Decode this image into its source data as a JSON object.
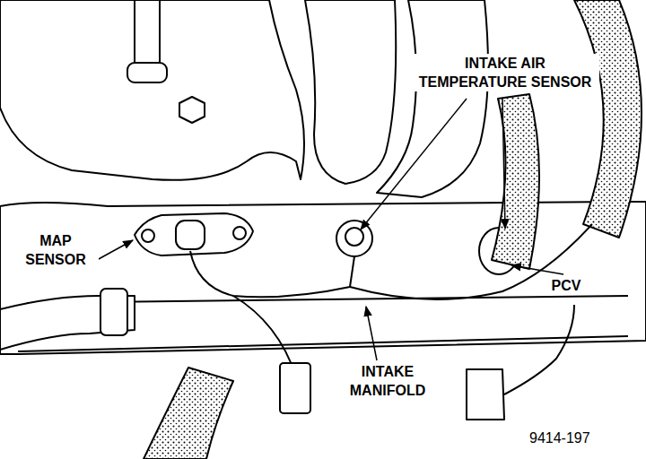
{
  "diagram": {
    "labels": [
      "INTAKE AIR TEMPERATURE SENSOR",
      "MAP SENSOR",
      "INTAKE MANIFOLD",
      "PCV",
      "9414-197"
    ]
  }
}
